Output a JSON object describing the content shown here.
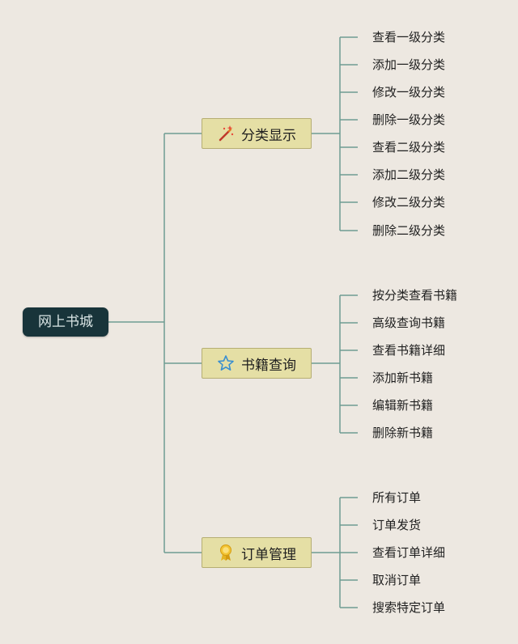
{
  "root": {
    "label": "网上书城"
  },
  "colors": {
    "connector": "#6e9c92",
    "branch_fill": "#e5dfa5",
    "root_fill": "#18343a",
    "background": "#ede8e1"
  },
  "branches": [
    {
      "label": "分类显示",
      "icon": "magic-wand-icon",
      "children": [
        "查看一级分类",
        "添加一级分类",
        "修改一级分类",
        "删除一级分类",
        "查看二级分类",
        "添加二级分类",
        "修改二级分类",
        "删除二级分类"
      ]
    },
    {
      "label": "书籍查询",
      "icon": "star-icon",
      "children": [
        "按分类查看书籍",
        "高级查询书籍",
        "查看书籍详细",
        "添加新书籍",
        "编辑新书籍",
        "删除新书籍"
      ]
    },
    {
      "label": "订单管理",
      "icon": "award-badge-icon",
      "children": [
        "所有订单",
        "订单发货",
        "查看订单详细",
        "取消订单",
        "搜索特定订单"
      ]
    }
  ]
}
